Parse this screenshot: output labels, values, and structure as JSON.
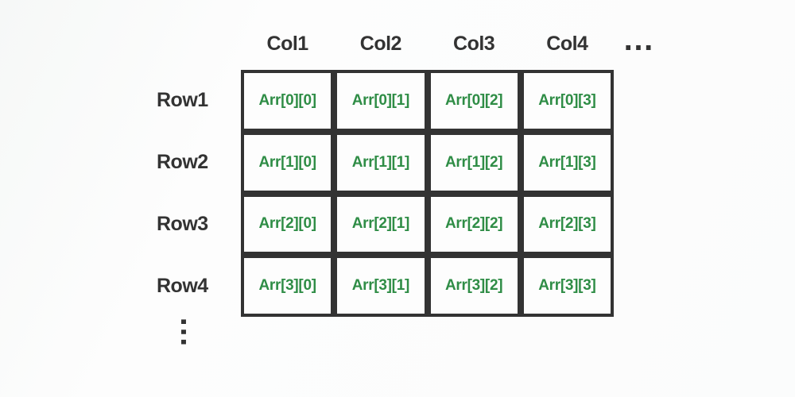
{
  "grid": {
    "col_headers": [
      "Col1",
      "Col2",
      "Col3",
      "Col4"
    ],
    "row_headers": [
      "Row1",
      "Row2",
      "Row3",
      "Row4"
    ],
    "cells": [
      [
        "Arr[0][0]",
        "Arr[0][1]",
        "Arr[0][2]",
        "Arr[0][3]"
      ],
      [
        "Arr[1][0]",
        "Arr[1][1]",
        "Arr[1][2]",
        "Arr[1][3]"
      ],
      [
        "Arr[2][0]",
        "Arr[2][1]",
        "Arr[2][2]",
        "Arr[2][3]"
      ],
      [
        "Arr[3][0]",
        "Arr[3][1]",
        "Arr[3][2]",
        "Arr[3][3]"
      ]
    ],
    "col_more": "…",
    "row_more": "…"
  },
  "colors": {
    "cell_text": "#2F8D46",
    "border": "#333333",
    "label_text": "#333333",
    "cell_bg": "#fdfdfd",
    "background": "#fbfcfc"
  }
}
